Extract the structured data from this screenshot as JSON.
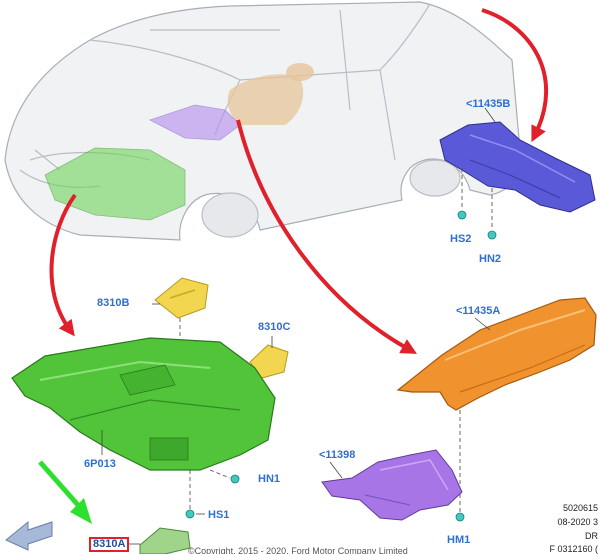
{
  "callouts": {
    "p11435b": "<11435B",
    "hs2": "HS2",
    "hn2": "HN2",
    "p8310b": "8310B",
    "p8310c": "8310C",
    "p11435a": "<11435A",
    "p6p013": "6P013",
    "hn1": "HN1",
    "p11398": "<11398",
    "hs1": "HS1",
    "p8310a": "8310A",
    "hm1": "HM1"
  },
  "meta": {
    "line1": "5020615",
    "line2": "08-2020 3",
    "line3": "DR",
    "line4": "F 0312160 (",
    "copyright": "©Copyright, 2015 - 2020, Ford Motor Company Limited"
  },
  "colors": {
    "label_blue": "#2f6fd1",
    "pointer_red": "#e0202a",
    "direction_green": "#2ee02e",
    "shield_green": "#52c43a",
    "shield_orange": "#f0922e",
    "shield_blue": "#5a5ad8",
    "shield_purple": "#a875e6",
    "bracket_yellow": "#f2d64f"
  }
}
